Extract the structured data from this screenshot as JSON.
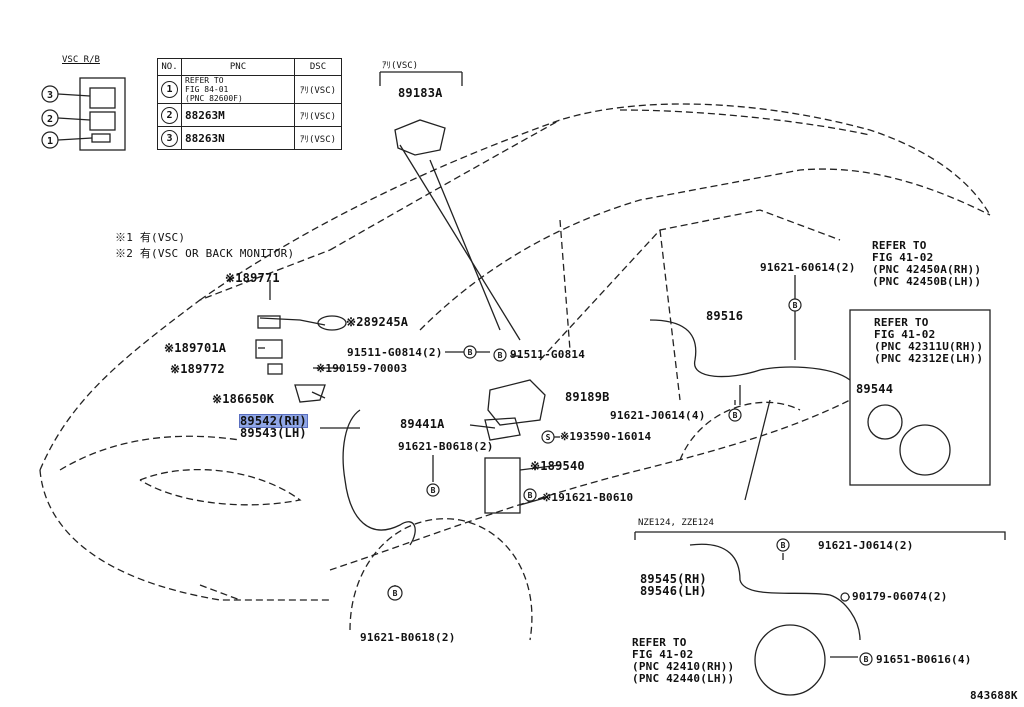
{
  "legend": {
    "title": "VSC R/B",
    "callouts": [
      "3",
      "2",
      "1"
    ],
    "header": {
      "no": "NO.",
      "pnc": "PNC",
      "dsc": "DSC"
    },
    "rows": [
      {
        "no": "1",
        "pnc_lines": [
          "REFER TO",
          "FIG 84-01",
          "(PNC 82600F)"
        ],
        "dsc": "ｱﾘ(VSC)"
      },
      {
        "no": "2",
        "pnc": "88263M",
        "dsc": "ｱﾘ(VSC)"
      },
      {
        "no": "3",
        "pnc": "88263N",
        "dsc": "ｱﾘ(VSC)"
      }
    ]
  },
  "notes": [
    "※1 有(VSC)",
    "※2 有(VSC OR BACK MONITOR)"
  ],
  "top_bracket_label": "ｱﾘ(VSC)",
  "parts": {
    "p89183A": "89183A",
    "p189771": "※189771",
    "p89245A": "※289245A",
    "p189701A": "※189701A",
    "p189772": "※189772",
    "p190159": "※190159-70003",
    "p186650K": "※186650K",
    "p89542": "89542(RH)",
    "p89543": "89543(LH)",
    "p91511a": "91511-G0814(2)",
    "p91511b": "91511-G0814",
    "p89189B": "89189B",
    "p89441A": "89441A",
    "p193590": "※193590-16014",
    "p91621B0618a": "91621-B0618(2)",
    "p189540": "※189540",
    "p191621B0610": "※191621-B0610",
    "p91621B0618b": "91621-B0618(2)",
    "p91621_60614": "91621-60614(2)",
    "p89516": "89516",
    "p91621J0614_4": "91621-J0614(4)",
    "p89544": "89544",
    "p91621J0614_2": "91621-J0614(2)",
    "p89545": "89545(RH)",
    "p89546": "89546(LH)",
    "p90179": "90179-06074(2)",
    "p91651": "91651-B0616(4)"
  },
  "refer_boxes": {
    "hub_rear_outer": [
      "REFER TO",
      "FIG 41-02",
      "(PNC 42450A(RH))",
      "(PNC 42450B(LH))"
    ],
    "hub_rear_inner": [
      "REFER TO",
      "FIG 41-02",
      "(PNC 42311U(RH))",
      "(PNC 42312E(LH))"
    ],
    "hub_bottom": [
      "REFER TO",
      "FIG 41-02",
      "(PNC 42410(RH))",
      "(PNC 42440(LH))"
    ]
  },
  "variant_label": "NZE124, ZZE124",
  "markers": {
    "b": "B",
    "s": "S"
  },
  "figure_id": "843688K"
}
